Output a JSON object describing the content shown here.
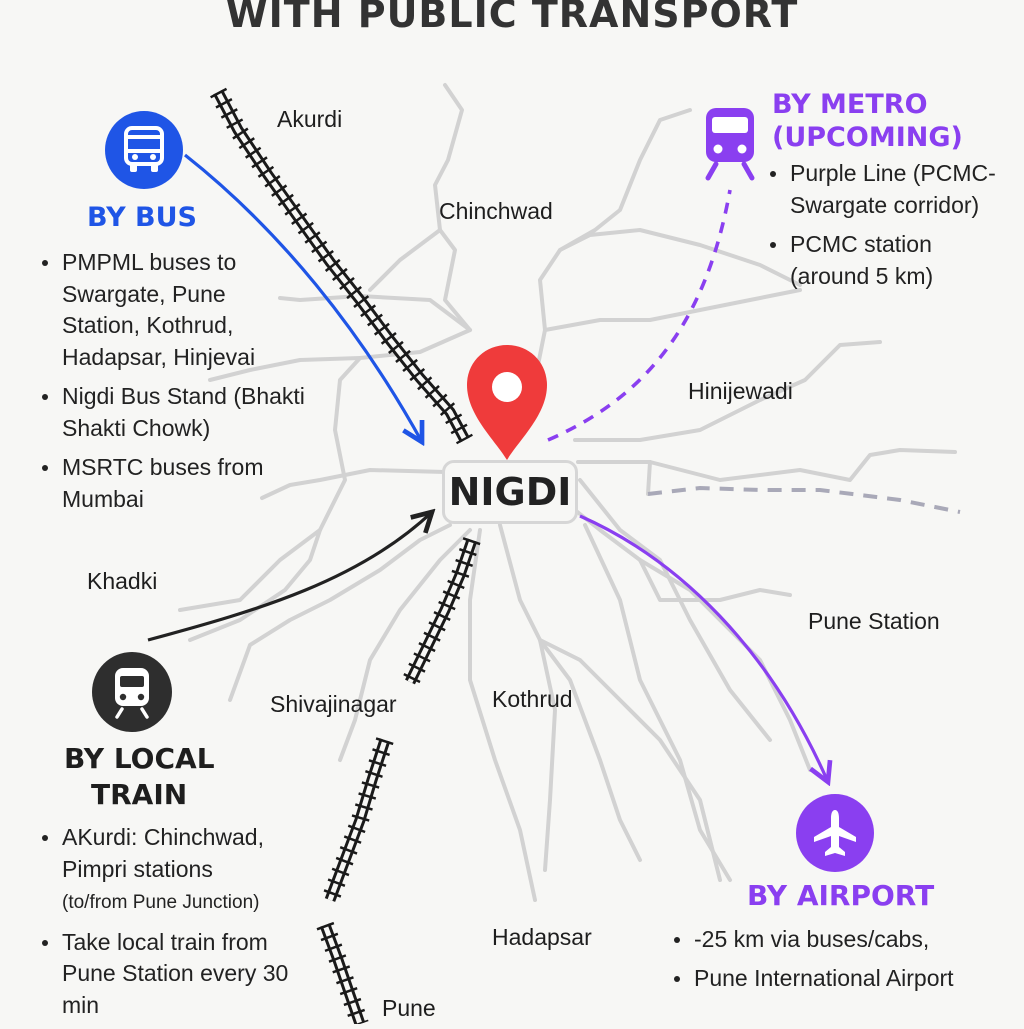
{
  "title": "WITH PUBLIC TRANSPORT",
  "center": {
    "label": "NIGDI"
  },
  "places": [
    "Akurdi",
    "Chinchwad",
    "Hinijewadi",
    "Khadki",
    "Pune Station",
    "Shivajinagar",
    "Kothrud",
    "Hadapsar",
    "Pune"
  ],
  "modes": {
    "bus": {
      "title": "BY BUS",
      "items": [
        "PMPML buses to Swargate, Pune Station, Kothrud, Hadapsar, Hinjevai",
        "Nigdi Bus Stand (Bhakti Shakti Chowk)",
        "MSRTC buses from Mumbai"
      ]
    },
    "metro": {
      "title_line1": "BY METRO",
      "title_line2": "(UPCOMING)",
      "items": [
        "Purple Line (PCMC-Swargate corridor)",
        "PCMC station (around 5 km)"
      ]
    },
    "train": {
      "title_line1": "BY LOCAL",
      "title_line2": "TRAIN",
      "item1_main": "AKurdi: Chinchwad, Pimpri stations",
      "item1_note": "(to/from Pune Junction)",
      "item2": "Take local train from Pune Station every 30 min"
    },
    "airport": {
      "title": "BY AIRPORT",
      "items": [
        "-25 km via buses/cabs,",
        "Pune International Airport"
      ]
    }
  },
  "icons": {
    "bus": "bus-icon",
    "metro": "metro-train-icon",
    "train": "local-train-icon",
    "airport": "airplane-icon",
    "pin": "location-pin-icon"
  },
  "colors": {
    "bus": "#1f55e6",
    "metro": "#8a3ff0",
    "train": "#333333",
    "airport": "#8a3ff0",
    "pin": "#ef3b3b",
    "roads": "#d2d2d2",
    "rail": "#1a1a1a"
  }
}
